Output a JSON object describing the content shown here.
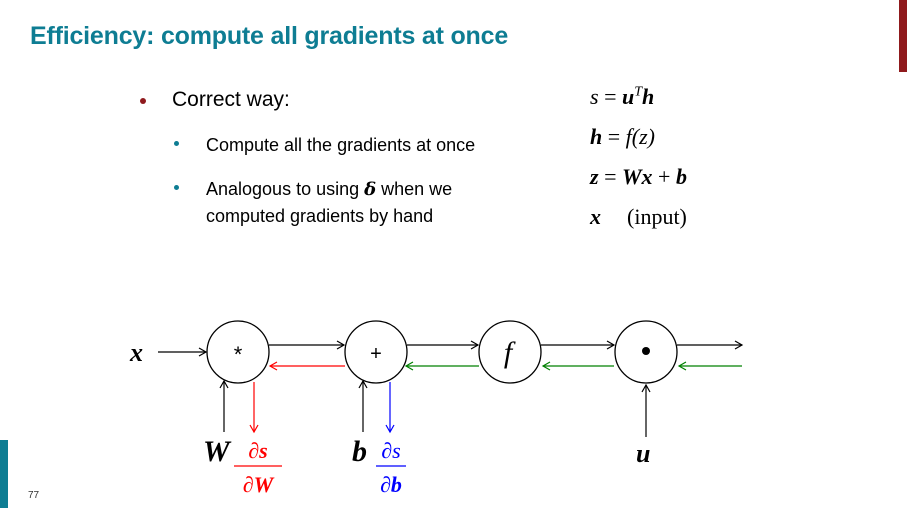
{
  "slide": {
    "title": "Efficiency: compute all gradients at once",
    "slide_number": "77",
    "colors": {
      "title": "#0e7d93",
      "accent_red": "#8f1a1d",
      "teal_bar": "#0e7d93"
    }
  },
  "bullets": {
    "level1": "Correct way:",
    "level2": [
      {
        "text": "Compute all the gradients at once"
      },
      {
        "text_before": "Analogous to using ",
        "symbol": "δ",
        "text_after": " when we",
        "line2": "computed gradients by hand"
      }
    ]
  },
  "equations": [
    {
      "lhs": "s",
      "eq": " = ",
      "rhs_parts": [
        "u",
        "T",
        "h"
      ]
    },
    {
      "lhs": "h",
      "eq": " = ",
      "rhs": "f(z)"
    },
    {
      "lhs": "z",
      "eq": " = ",
      "rhs_parts": [
        "W",
        "x",
        " + ",
        "b"
      ]
    },
    {
      "lhs": "x",
      "note": "(input)"
    }
  ],
  "diagram": {
    "input_label": "x",
    "nodes": [
      {
        "id": "mul",
        "symbol": "*"
      },
      {
        "id": "add",
        "symbol": "+"
      },
      {
        "id": "f",
        "symbol": "f"
      },
      {
        "id": "dot",
        "symbol": "•"
      }
    ],
    "side_inputs": [
      {
        "node": "mul",
        "label": "W"
      },
      {
        "node": "add",
        "label": "b"
      },
      {
        "node": "dot",
        "label": "u"
      }
    ],
    "gradients": [
      {
        "node": "mul",
        "numerator": "∂s",
        "denominator": "∂W",
        "color": "#ff0000"
      },
      {
        "node": "add",
        "numerator": "∂s",
        "denominator": "∂b",
        "color": "#0000ff"
      }
    ],
    "colors": {
      "forward": "#000000",
      "backward_upstream": "#008000",
      "backward_mul": "#ff0000",
      "grad_b": "#0000ff"
    }
  }
}
